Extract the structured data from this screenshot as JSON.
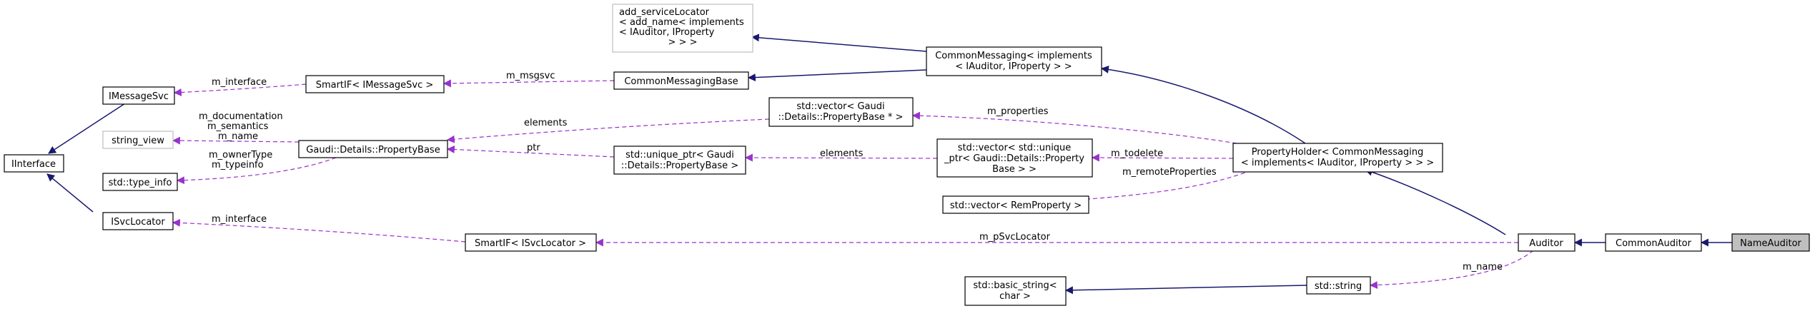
{
  "colors": {
    "inherit": "#191970",
    "usage": "#9a32cd",
    "highlight": "#bfbfbf"
  },
  "nodes": {
    "add_service_locator": [
      "add_serviceLocator",
      "< add_name< implements",
      "< IAuditor, IProperty",
      "> > >"
    ],
    "common_messaging": [
      "CommonMessaging< implements",
      "< IAuditor, IProperty > >"
    ],
    "imessagesvc": [
      "IMessageSvc"
    ],
    "smartif_imessagesvc": [
      "SmartIF< IMessageSvc >"
    ],
    "common_messaging_base": [
      "CommonMessagingBase"
    ],
    "iinterface": [
      "IInterface"
    ],
    "string_view": [
      "string_view"
    ],
    "property_base": [
      "Gaudi::Details::PropertyBase"
    ],
    "vector_property_base_ptr": [
      "std::vector< Gaudi",
      "::Details::PropertyBase * >"
    ],
    "property_holder": [
      "PropertyHolder< CommonMessaging",
      "< implements< IAuditor, IProperty > > >"
    ],
    "type_info": [
      "std::type_info"
    ],
    "unique_ptr_property_base": [
      "std::unique_ptr< Gaudi",
      "::Details::PropertyBase >"
    ],
    "vector_unique_ptr": [
      "std::vector< std::unique",
      "_ptr< Gaudi::Details::Property",
      "Base > >"
    ],
    "vector_remproperty": [
      "std::vector< RemProperty >"
    ],
    "isvclocator": [
      "ISvcLocator"
    ],
    "smartif_isvclocator": [
      "SmartIF< ISvcLocator >"
    ],
    "auditor": [
      "Auditor"
    ],
    "common_auditor": [
      "CommonAuditor"
    ],
    "name_auditor": [
      "NameAuditor"
    ],
    "std_string": [
      "std::string"
    ],
    "basic_string": [
      "std::basic_string<",
      "char >"
    ]
  },
  "edge_labels": {
    "m_interface_msg": "m_interface",
    "m_msgsvc": "m_msgsvc",
    "m_documentation": "m_documentation",
    "m_semantics": "m_semantics",
    "m_name_sv": "m_name",
    "m_ownertype": "m_ownerType",
    "m_typeinfo": "m_typeinfo",
    "elements_vec": "elements",
    "ptr": "ptr",
    "elements_unique": "elements",
    "m_properties": "m_properties",
    "m_todelete": "m_todelete",
    "m_remoteproperties": "m_remoteProperties",
    "m_interface_svc": "m_interface",
    "m_psvclocator": "m_pSvcLocator",
    "m_name_str": "m_name"
  }
}
